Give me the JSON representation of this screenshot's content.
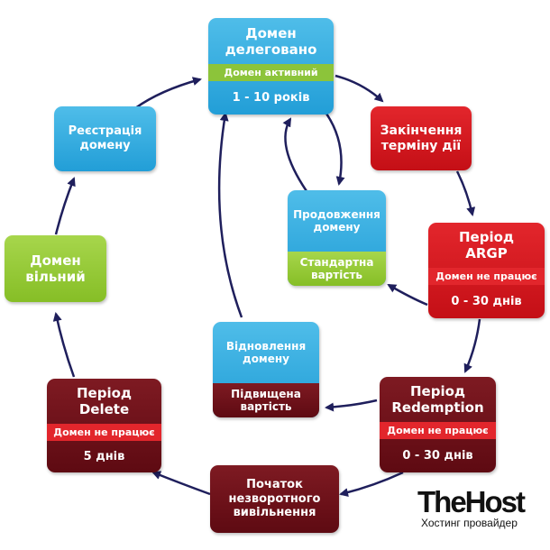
{
  "colors": {
    "blue": "#229ed7",
    "green": "#86be26",
    "red": "#c40f16",
    "dark_red": "#5e0a12",
    "arrow": "#1f1f5c"
  },
  "nodes": {
    "delegated": {
      "title": "Домен делеговано",
      "band": "Домен активний",
      "value": "1 - 10 років"
    },
    "expiry": {
      "title": "Закінчення терміну дії"
    },
    "argp": {
      "title": "Період ARGP",
      "band": "Домен не працює",
      "value": "0 - 30 днів"
    },
    "redemption": {
      "title": "Період Redemption",
      "band": "Домен не працює",
      "value": "0 - 30 днів"
    },
    "release": {
      "title": "Початок незворотного вивільнення"
    },
    "delete": {
      "title": "Період Delete",
      "band": "Домен не працює",
      "value": "5 днів"
    },
    "free": {
      "title": "Домен вільний"
    },
    "registration": {
      "title": "Реєстрація домену"
    },
    "renewal": {
      "title": "Продовження домену",
      "lower": "Стандартна вартість"
    },
    "restore": {
      "title": "Відновлення домену",
      "lower": "Підвищена вартість"
    }
  },
  "logo": {
    "brand": "TheHost",
    "tagline": "Хостинг провайдер"
  }
}
